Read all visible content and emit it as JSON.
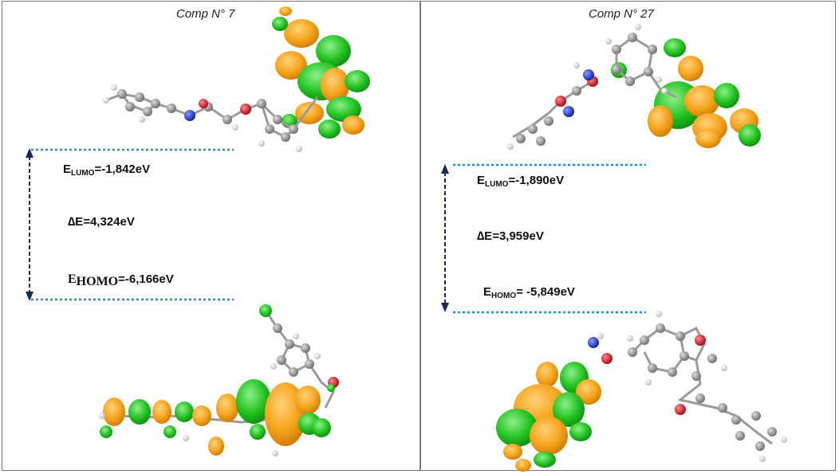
{
  "panels": [
    {
      "title": "Comp N° 7",
      "lumo": {
        "symbol": "E",
        "subscript": "LUMO",
        "value": "=-1,842eV"
      },
      "gap": {
        "symbol": "∆E",
        "value": "=4,324eV"
      },
      "homo": {
        "symbol": "E",
        "subscript": "HOMO",
        "value": "=-6,166eV"
      }
    },
    {
      "title": "Comp N° 27",
      "lumo": {
        "symbol": "E",
        "subscript": "LUMO",
        "value": "=-1,890eV"
      },
      "gap": {
        "symbol": "∆E",
        "value": "=3,959eV"
      },
      "homo": {
        "symbol": "E",
        "subscript": "HOMO",
        "value": "= -5,849eV"
      }
    }
  ],
  "colors": {
    "orbital_positive": "#f5a219",
    "orbital_negative": "#21c21f",
    "carbon": "#8a8a8a",
    "hydrogen": "#e8e8e8",
    "oxygen": "#e0001a",
    "nitrogen": "#1a2fd6",
    "chlorine": "#33cc33",
    "level_line": "#1f8fd6",
    "gap_arrow": "#1b2a5c",
    "border": "#7a7a7a"
  }
}
